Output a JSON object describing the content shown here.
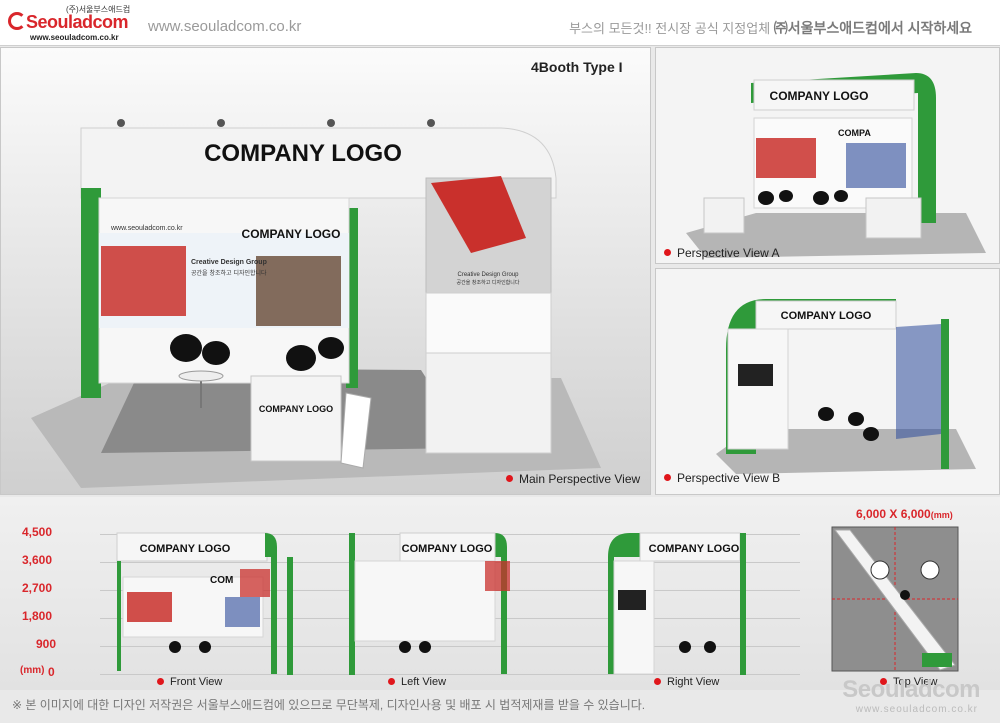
{
  "header": {
    "logo_korean": "(주)서울부스애드컴",
    "logo_name": "Seouladcom",
    "logo_url": "www.seouladcom.co.kr",
    "site_url": "www.seouladcom.co.kr",
    "tagline_normal": "부스의 모든것!! 전시장 공식 지정업체",
    "tagline_strong": "㈜서울부스애드컴에서 시작하세요"
  },
  "main_view": {
    "booth_type": "4Booth Type I",
    "company_logo": "COMPANY LOGO",
    "inner_logo": "COMPANY LOGO",
    "counter_logo": "COMPANY LOGO",
    "wall_url": "www.seouladcom.co.kr",
    "design_group": "Creative Design Group",
    "design_slogan": "공간을 창조하고 디자인합니다",
    "caption": "Main Perspective View"
  },
  "perspective_a": {
    "company_logo": "COMPANY LOGO",
    "side_logo": "COMPA",
    "caption": "Perspective View A"
  },
  "perspective_b": {
    "company_logo": "COMPANY LOGO",
    "caption": "Perspective View B"
  },
  "elevations": {
    "scale_unit": "(mm)",
    "scale_values": [
      "4,500",
      "3,600",
      "2,700",
      "1,800",
      "900",
      "0"
    ],
    "front": {
      "logo": "COMPANY LOGO",
      "side_logo": "COM",
      "caption": "Front View"
    },
    "left": {
      "logo": "COMPANY LOGO",
      "caption": "Left View"
    },
    "right": {
      "logo": "COMPANY LOGO",
      "caption": "Right View"
    },
    "top": {
      "size": "6,000 X 6,000",
      "size_unit": "(mm)",
      "caption": "Top View"
    }
  },
  "footer": {
    "notice": "※ 본 이미지에 대한 디자인 저작권은 서울부스애드컴에 있으므로 무단복제, 디자인사용 및 배포 시 법적제재를 받을 수 있습니다.",
    "brand": "Seouladcom",
    "url": "www.seouladcom.co.kr"
  },
  "colors": {
    "accent_red": "#d9262b",
    "booth_green": "#2f9a3a",
    "panel_white": "#f7f7f7",
    "floor_gray": "#8a8a8a"
  }
}
